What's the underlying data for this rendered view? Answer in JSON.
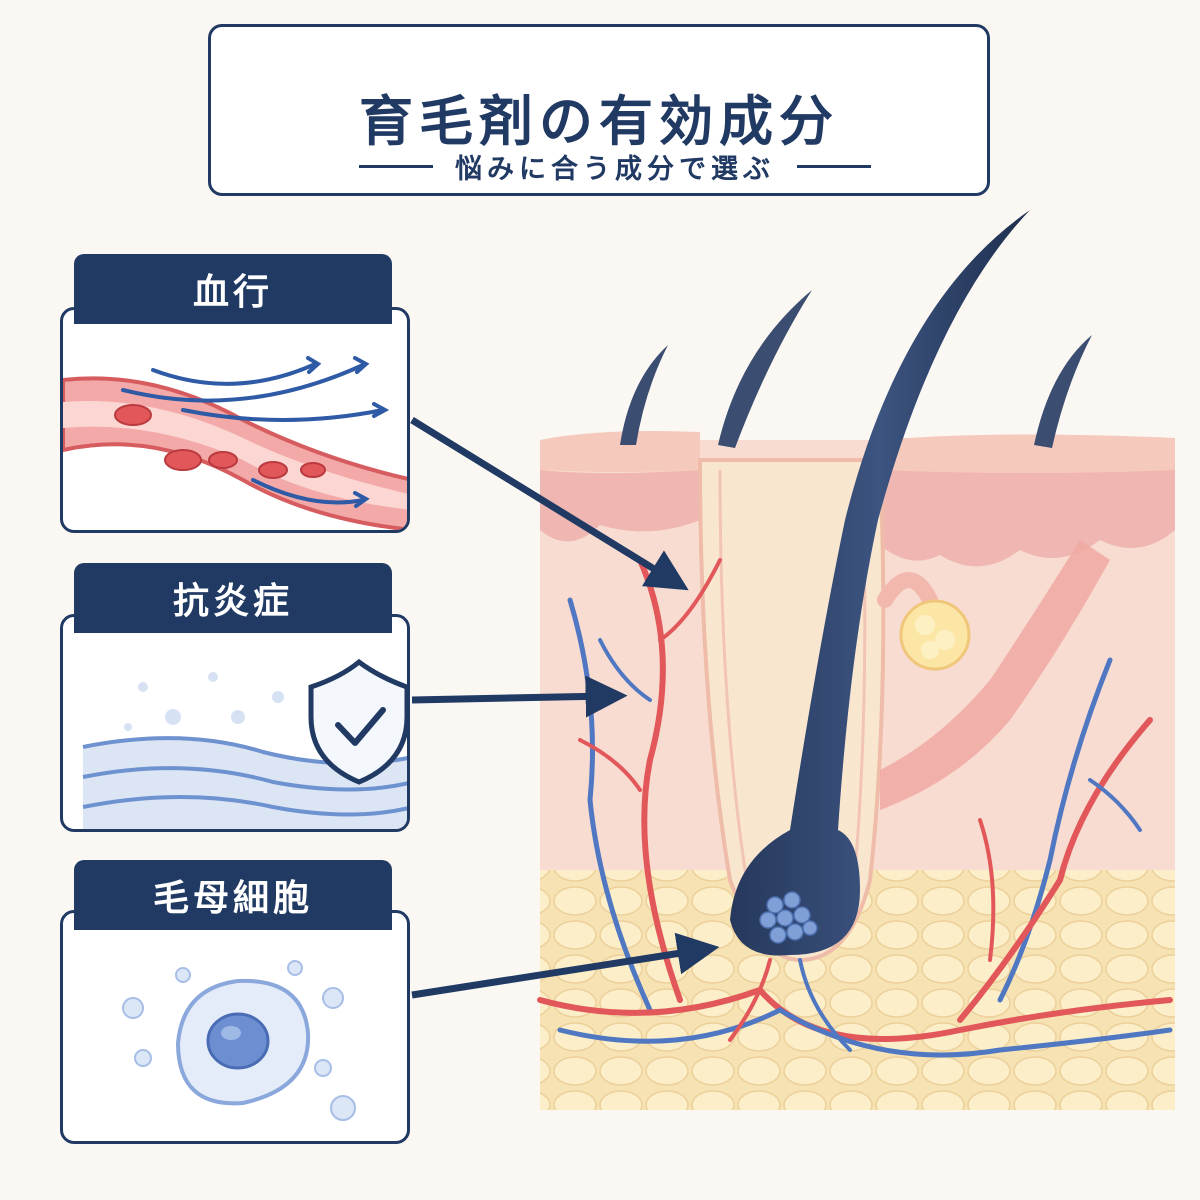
{
  "title": "育毛剤の有効成分",
  "subtitle": "悩みに合う成分で選ぶ",
  "categories": [
    {
      "label": "血行",
      "icon": "blood-vessel-icon"
    },
    {
      "label": "抗炎症",
      "icon": "shield-check-icon"
    },
    {
      "label": "毛母細胞",
      "icon": "cell-icon"
    }
  ],
  "colors": {
    "navy": "#213a63",
    "skin": "#f6d7ce",
    "artery": "#e2585a",
    "vein": "#4c74c0",
    "fat": "#f8e6b4"
  }
}
